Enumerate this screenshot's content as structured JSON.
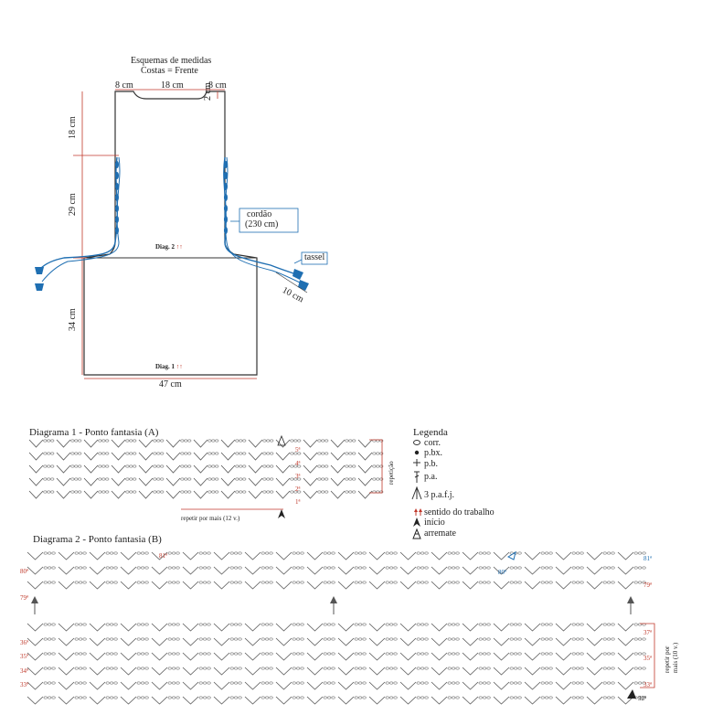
{
  "schematic": {
    "title_line1": "Esquemas de medidas",
    "title_line2": "Costas = Frente",
    "top_left": "8 cm",
    "top_mid": "18 cm",
    "top_right": "8 cm",
    "neck_depth": "2 cm",
    "strap_height": "18 cm",
    "armhole_height": "29 cm",
    "body_height": "34 cm",
    "width_bottom": "47 cm",
    "cord_label": "cordão",
    "cord_length": "(230 cm)",
    "tassel_label": "tassel",
    "tassel_length": "10 cm",
    "diag2_label": "Diag. 2",
    "diag1_label": "Diag. 1",
    "arrows": "↑↑"
  },
  "diagram1": {
    "title": "Diagrama 1 -  Ponto fantasia (A)",
    "rows": [
      "5ª",
      "4ª",
      "3ª",
      "2ª",
      "1ª"
    ],
    "repeat_side": "repetição",
    "repeat_bottom": "repetir por mais (12 v.)"
  },
  "legend": {
    "title": "Legenda",
    "items": [
      {
        "icon": "chain-stitch-icon",
        "label": "corr."
      },
      {
        "icon": "slip-stitch-icon",
        "label": "p.bx."
      },
      {
        "icon": "single-crochet-icon",
        "label": "p.b."
      },
      {
        "icon": "double-crochet-icon",
        "label": "p.a."
      },
      {
        "icon": "three-dc-together-icon",
        "label": "3 p.a.f.j."
      },
      {
        "icon": "work-direction-icon",
        "label": "sentido do trabalho"
      },
      {
        "icon": "start-icon",
        "label": "início"
      },
      {
        "icon": "finish-icon",
        "label": "arremate"
      }
    ]
  },
  "diagram2": {
    "title": "Diagrama 2 -  Ponto fantasia (B)",
    "top_rows_left": [
      "81ª",
      "80ª",
      "79ª"
    ],
    "top_rows_right": [
      "81ª",
      "80ª",
      "79ª"
    ],
    "bottom_rows_left": [
      "36ª",
      "35ª",
      "34ª",
      "33ª"
    ],
    "bottom_rows_right": [
      "37ª",
      "35ª",
      "33ª",
      "32ª"
    ],
    "repeat_side_1": "repetir por",
    "repeat_side_2": "mais (10 v.)"
  },
  "colors": {
    "line": "#333333",
    "accent_red": "#c0392b",
    "accent_blue": "#1f6fb2",
    "stitch": "#555555"
  }
}
